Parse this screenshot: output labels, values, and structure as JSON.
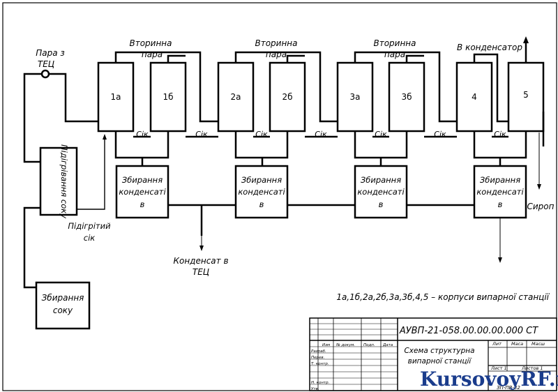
{
  "vessels": [
    {
      "id": "1a",
      "label": "1а"
    },
    {
      "id": "1b",
      "label": "1б"
    },
    {
      "id": "2a",
      "label": "2а"
    },
    {
      "id": "2b",
      "label": "2б"
    },
    {
      "id": "3a",
      "label": "3а"
    },
    {
      "id": "3b",
      "label": "3б"
    },
    {
      "id": "4",
      "label": "4"
    },
    {
      "id": "5",
      "label": "5"
    }
  ],
  "labels": {
    "steam_line1": "Пара з",
    "steam_line2": "ТЕЦ",
    "secondary_line1": "Вторинна",
    "secondary_line2": "пара",
    "to_condenser": "В конденсатор",
    "juice": "Сік",
    "heater": "Підігрівання соку",
    "heated_juice_line1": "Підігрітий",
    "heated_juice_line2": "сік",
    "condensate_collect_line1": "Збирання",
    "condensate_collect_line2": "конденсаті",
    "condensate_collect_line3": "в",
    "condensate_to_line1": "Конденсат в",
    "condensate_to_line2": "ТЕЦ",
    "syrup": "Сироп",
    "juice_collect_line1": "Збирання",
    "juice_collect_line2": "соку",
    "legend": "1а,1б,2а,2б,3а,3б,4,5 – корпуси випарної станції"
  },
  "title_block": {
    "doc_code": "АУВП-21-058.00.00.00.000 СТ",
    "doc_title_line1": "Схема структурна",
    "doc_title_line2": "випарної станції",
    "col_lit": "Лит",
    "col_mass": "Маса",
    "col_scale": "Масш",
    "col_izm": "Изм",
    "col_list": "Лист",
    "col_docnum": "№ докум.",
    "col_sign": "Подп.",
    "col_date": "Дата",
    "row_dev": "Разраб.",
    "row_check": "Перев.",
    "row_tcontrol": "Т. контр.",
    "row_ncontrol": "Н. контр.",
    "row_approve": "Утв.",
    "sheet": "Лист 1",
    "sheets": "Листов 1",
    "group": "ЗП-ПВ-32"
  },
  "watermark": "KursovoyRF.ru"
}
